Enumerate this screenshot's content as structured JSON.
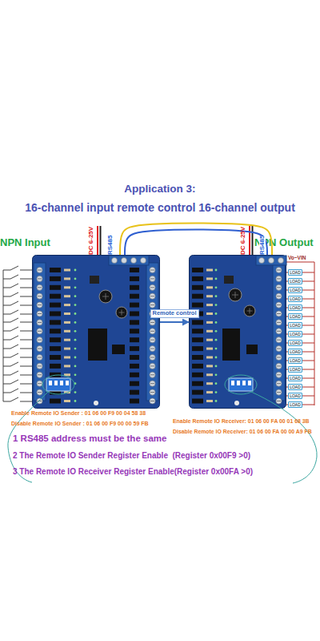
{
  "diagram": {
    "title": "Application 3:",
    "nodes": [
      {
        "text": [
          "NPN Input"
        ]
      },
      {
        "text": [
          "NPN Output"
        ]
      },
      {
        "text": [
          "LOAD"
        ]
      },
      {
        "text": [
          "LOAD"
        ]
      },
      {
        "text": [
          "LOAD"
        ]
      },
      {
        "text": [
          "LOAD"
        ]
      },
      {
        "text": [
          "LOAD"
        ]
      },
      {
        "text": [
          "LOAD"
        ]
      },
      {
        "text": [
          "LOAD"
        ]
      },
      {
        "text": [
          "LOAD"
        ]
      },
      {
        "text": [
          "LOAD"
        ]
      },
      {
        "text": [
          "LOAD"
        ]
      },
      {
        "text": [
          "LOAD"
        ]
      },
      {
        "text": [
          "LOAD"
        ]
      },
      {
        "text": [
          "LOAD"
        ]
      },
      {
        "text": [
          "LOAD"
        ]
      },
      {
        "text": [
          "LOAD"
        ]
      },
      {
        "text": [
          "LOAD"
        ]
      }
    ],
    "edges": [
      {
        "from": 0,
        "to": 1,
        "arrow": "to",
        "label": "Remote control"
      },
      {
        "from": 0,
        "to": 1,
        "arrow": "none"
      },
      {
        "from": 0,
        "to": 1,
        "arrow": "none"
      },
      {
        "from": 1,
        "to": 2,
        "arrow": "none"
      },
      {
        "from": 1,
        "to": 3,
        "arrow": "none"
      },
      {
        "from": 1,
        "to": 4,
        "arrow": "none"
      },
      {
        "from": 1,
        "to": 5,
        "arrow": "none"
      },
      {
        "from": 1,
        "to": 6,
        "arrow": "none"
      },
      {
        "from": 1,
        "to": 7,
        "arrow": "none"
      },
      {
        "from": 1,
        "to": 8,
        "arrow": "none"
      },
      {
        "from": 1,
        "to": 9,
        "arrow": "none"
      },
      {
        "from": 1,
        "to": 10,
        "arrow": "none"
      },
      {
        "from": 1,
        "to": 11,
        "arrow": "none"
      },
      {
        "from": 1,
        "to": 12,
        "arrow": "none"
      },
      {
        "from": 1,
        "to": 13,
        "arrow": "none"
      },
      {
        "from": 1,
        "to": 14,
        "arrow": "none"
      },
      {
        "from": 1,
        "to": 15,
        "arrow": "none"
      },
      {
        "from": 1,
        "to": 16,
        "arrow": "none"
      },
      {
        "from": 1,
        "to": 17,
        "arrow": "none"
      }
    ],
    "labels": [
      "16-channel input remote control 16-channel output",
      "DC 6-25V",
      "RS485",
      "DC 6-25V",
      "RS485",
      "Vo~VIN",
      "Enable Remote IO Sender : 01 06 00 F9 00 04 58 38",
      "Disable Remote IO Sender : 01 06 00 F9 00 00 59 FB",
      "Enable Remote IO Receiver: 01 06 00 FA 00 01 68 3B",
      "Disable Remote IO Receiver: 01 06 00 FA 00 00 A9 FB",
      "1 RS485 address must be the same",
      "2 The Remote IO Sender Register Enable  (Register 0x00F9 >0)",
      "3 The Remote IO Receiver Register Enable(Register 0x00FA >0)"
    ]
  }
}
